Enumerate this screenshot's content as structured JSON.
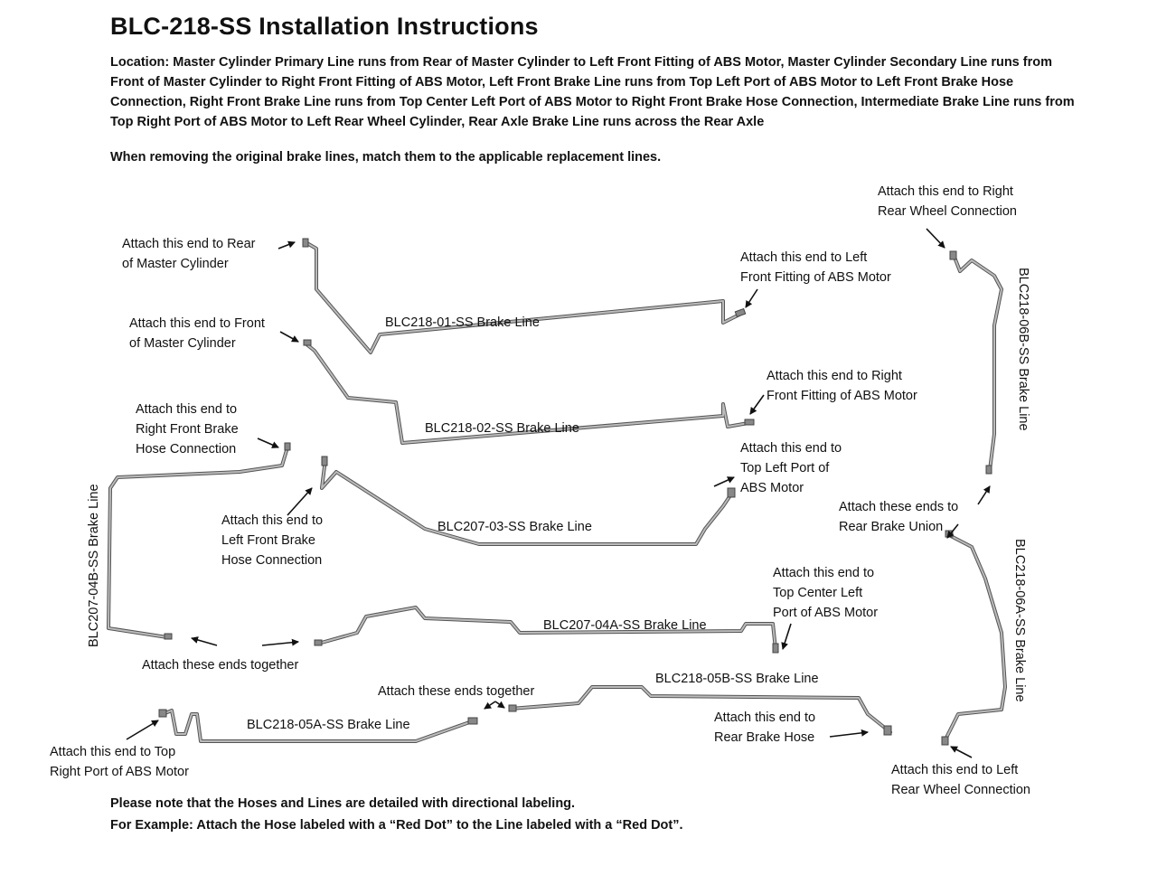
{
  "title": "BLC-218-SS Installation Instructions",
  "location_text": "Location: Master Cylinder Primary Line runs from Rear of Master Cylinder to Left Front Fitting of ABS Motor, Master Cylinder Secondary Line runs from Front of Master Cylinder to Right Front Fitting of ABS Motor, Left Front Brake Line runs from Top Left Port of ABS Motor to Left Front Brake Hose Connection, Right Front Brake Line runs from Top Center Left Port of ABS Motor to Right Front Brake Hose Connection, Intermediate Brake Line runs from Top Right Port of ABS Motor to Left Rear Wheel Cylinder, Rear Axle Brake Line runs across the Rear Axle",
  "instruction": "When removing the original brake lines, match them to the applicable replacement lines.",
  "labels": {
    "rear_master_1": "Attach this end to Rear",
    "rear_master_2": "of Master Cylinder",
    "front_master_1": "Attach this end to Front",
    "front_master_2": "of Master Cylinder",
    "left_front_abs_1": "Attach this end to Left",
    "left_front_abs_2": "Front Fitting of ABS Motor",
    "right_front_abs_1": "Attach this end to Right",
    "right_front_abs_2": "Front Fitting of ABS Motor",
    "right_front_hose_1": "Attach this end to",
    "right_front_hose_2": "Right Front Brake",
    "right_front_hose_3": "Hose Connection",
    "left_front_hose_1": "Attach this end to",
    "left_front_hose_2": "Left Front Brake",
    "left_front_hose_3": "Hose Connection",
    "top_left_port_1": "Attach this end to",
    "top_left_port_2": "Top Left Port of",
    "top_left_port_3": "ABS Motor",
    "top_center_left_1": "Attach this end to",
    "top_center_left_2": "Top Center Left",
    "top_center_left_3": "Port of ABS Motor",
    "ends_together_1": "Attach these ends together",
    "ends_together_2": "Attach these ends together",
    "top_right_port_1": "Attach this end to Top",
    "top_right_port_2": "Right Port of ABS Motor",
    "rear_brake_hose_1": "Attach this end to",
    "rear_brake_hose_2": "Rear Brake Hose",
    "right_rear_wheel_1": "Attach this end to Right",
    "right_rear_wheel_2": "Rear Wheel Connection",
    "rear_union_1": "Attach these ends to",
    "rear_union_2": "Rear Brake Union",
    "left_rear_wheel_1": "Attach this end to Left",
    "left_rear_wheel_2": "Rear Wheel Connection"
  },
  "lines": {
    "l01": "BLC218-01-SS Brake Line",
    "l02": "BLC218-02-SS Brake Line",
    "l03": "BLC207-03-SS Brake Line",
    "l04a": "BLC207-04A-SS Brake Line",
    "l04b": "BLC207-04B-SS Brake Line",
    "l05a": "BLC218-05A-SS Brake Line",
    "l05b": "BLC218-05B-SS Brake Line",
    "l06a": "BLC218-06A-SS Brake Line",
    "l06b": "BLC218-06B-SS Brake Line"
  },
  "notes": {
    "note1": "Please note that the Hoses and Lines are detailed with directional labeling.",
    "note2": "For Example: Attach the Hose labeled with a “Red Dot” to the Line labeled with a “Red Dot”."
  },
  "colors": {
    "line_stroke": "#9a9a9a",
    "line_edge": "#555555",
    "text": "#111111"
  }
}
